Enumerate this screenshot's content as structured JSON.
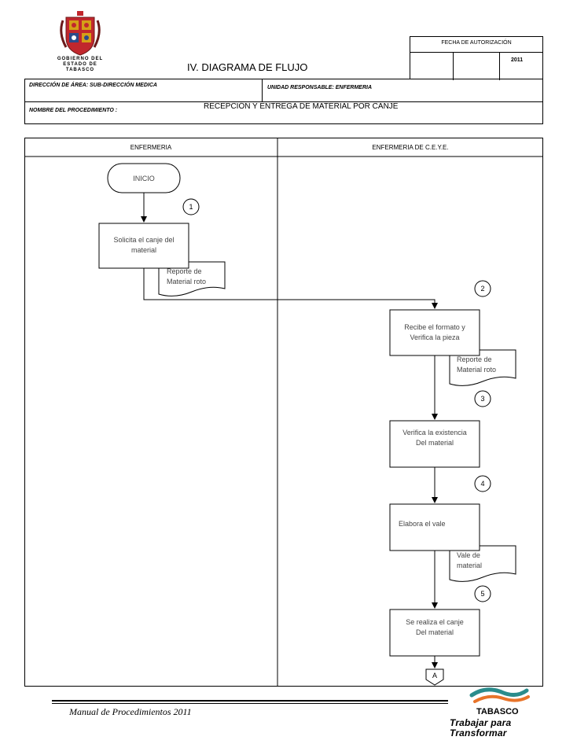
{
  "header": {
    "logo_caption": [
      "GOBIERNO DEL",
      "ESTADO DE",
      "TABASCO"
    ],
    "title": "IV. DIAGRAMA  DE FLUJO",
    "auth_label": "FECHA DE AUTORIZACIÓN",
    "auth_year": "2011",
    "area_label": "DIRECCIÓN DE ÁREA: SUB-DIRECCIÓN MEDICA",
    "unit_label": "UNIDAD RESPONSABLE: ENFERMERIA",
    "proc_label": "NOMBRE DEL PROCEDIMIENTO :",
    "proc_name": "RECEPCIÓN Y ENTREGA DE MATERIAL POR CANJE"
  },
  "lanes": {
    "left": "ENFERMERIA",
    "right": "ENFERMERIA DE C.E.Y.E."
  },
  "flow": {
    "start": "INICIO",
    "step1": [
      "Solicita el canje del",
      "material"
    ],
    "doc1": [
      "Reporte de",
      "Material roto"
    ],
    "step2": [
      "Recibe el formato y",
      "Verifica la pieza"
    ],
    "doc2": [
      "Reporte de",
      "Material roto"
    ],
    "step3": [
      "Verifica la existencia",
      "Del material"
    ],
    "step4": [
      "Elabora el vale"
    ],
    "doc4": [
      "Vale de",
      "material"
    ],
    "step5": [
      "Se realiza el canje",
      "Del material"
    ],
    "connector": "A",
    "numbers": [
      "1",
      "2",
      "3",
      "4",
      "5"
    ]
  },
  "footer": {
    "manual": "Manual de Procedimientos 2011",
    "brand": "TABASCO",
    "slogan": "Trabajar para Transformar"
  },
  "colors": {
    "shield_red": "#c1272d",
    "shield_gold": "#d4a017",
    "brand_teal": "#2a8c8c",
    "brand_orange": "#e8742a"
  }
}
